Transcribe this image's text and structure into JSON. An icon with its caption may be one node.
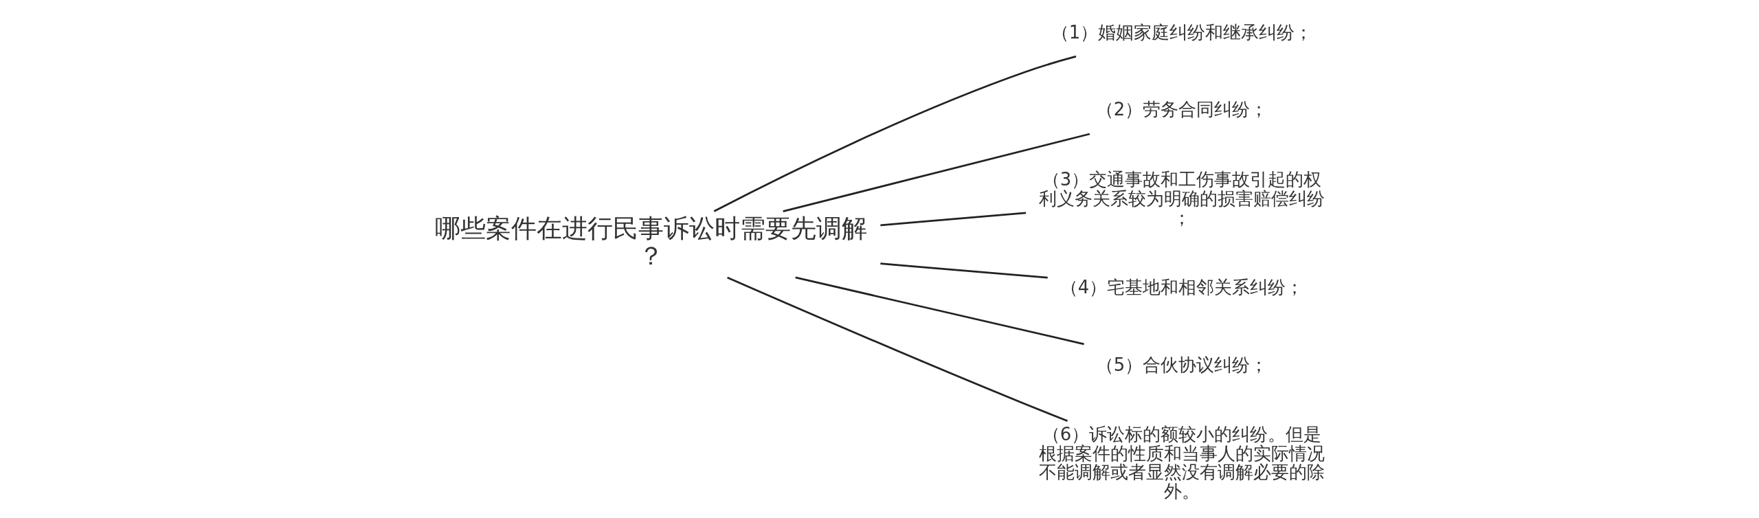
{
  "diagram": {
    "nodes": [
      {
        "text": [
          "哪些案件在进行民事诉讼时需要先调解？"
        ]
      },
      {
        "text": [
          "（1）婚姻家庭纠纷和继承纠纷；"
        ]
      },
      {
        "text": [
          "（2）劳务合同纠纷；"
        ]
      },
      {
        "text": [
          "（3）交通事故和工伤事故引起的权利义务关系较为明确的损害赔偿纠纷；"
        ]
      },
      {
        "text": [
          "（4）宅基地和相邻关系纠纷；"
        ]
      },
      {
        "text": [
          "（5）合伙协议纠纷；"
        ]
      },
      {
        "text": [
          "（6）诉讼标的额较小的纠纷。但是根据案件的性质和当事人的实际情况不能调解或者显然没有调解必要的除外。"
        ]
      }
    ],
    "edges": [
      {
        "from": 0,
        "to": 2,
        "arrow": "none"
      },
      {
        "from": 0,
        "to": 4,
        "arrow": "none"
      },
      {
        "from": 0,
        "to": 6,
        "arrow": "none"
      },
      {
        "from": 0,
        "to": 1,
        "arrow": "none"
      },
      {
        "from": 0,
        "to": 3,
        "arrow": "none"
      },
      {
        "from": 0,
        "to": 5,
        "arrow": "none"
      }
    ]
  }
}
